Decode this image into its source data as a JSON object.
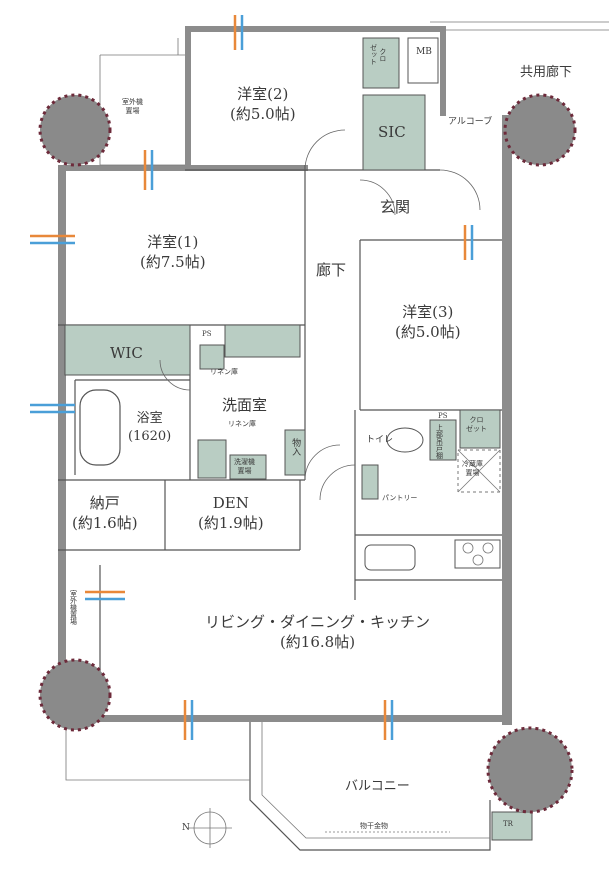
{
  "rooms": {
    "western2": {
      "name": "洋室(2)",
      "size": "(約5.0帖)"
    },
    "western1": {
      "name": "洋室(1)",
      "size": "(約7.5帖)"
    },
    "western3": {
      "name": "洋室(3)",
      "size": "(約5.0帖)"
    },
    "wic": "WIC",
    "sic": "SIC",
    "entrance": "玄関",
    "hallway": "廊下",
    "bath": {
      "name": "浴室",
      "size": "(1620)"
    },
    "washroom": "洗面室",
    "storeroom": {
      "name": "納戸",
      "size": "(約1.6帖)"
    },
    "den": {
      "name": "DEN",
      "size": "(約1.9帖)"
    },
    "ldk": {
      "name": "リビング・ダイニング・キッチン",
      "size": "(約16.8帖)"
    },
    "balcony": "バルコニー",
    "shared_corridor": "共用廊下",
    "alcove": "アルコーブ"
  },
  "fixtures": {
    "closet1": "クロ\nゼット",
    "closet2": "クロ\nゼット",
    "mb": "MB",
    "ps1": "PS",
    "ps2": "PS",
    "linen1": "リネン庫",
    "linen2": "リネン庫",
    "washer": "洗濯機\n置場",
    "storage": "物入",
    "toilet": "トイレ",
    "upper_cabinet": "上部吊戸棚",
    "fridge": "冷蔵庫\n置場",
    "pantry": "パントリー",
    "outdoor_unit1": "室外機\n置場",
    "outdoor_unit2": "室外機置場",
    "drying_rack": "物干金物",
    "tr": "TR",
    "north": "N"
  },
  "colors": {
    "wall": "#8c8c8c",
    "accent_green": "#b9cdc3",
    "column_dots": "#6d2a3a",
    "airflow_orange": "#e8883a",
    "airflow_blue": "#4a9fd8"
  }
}
